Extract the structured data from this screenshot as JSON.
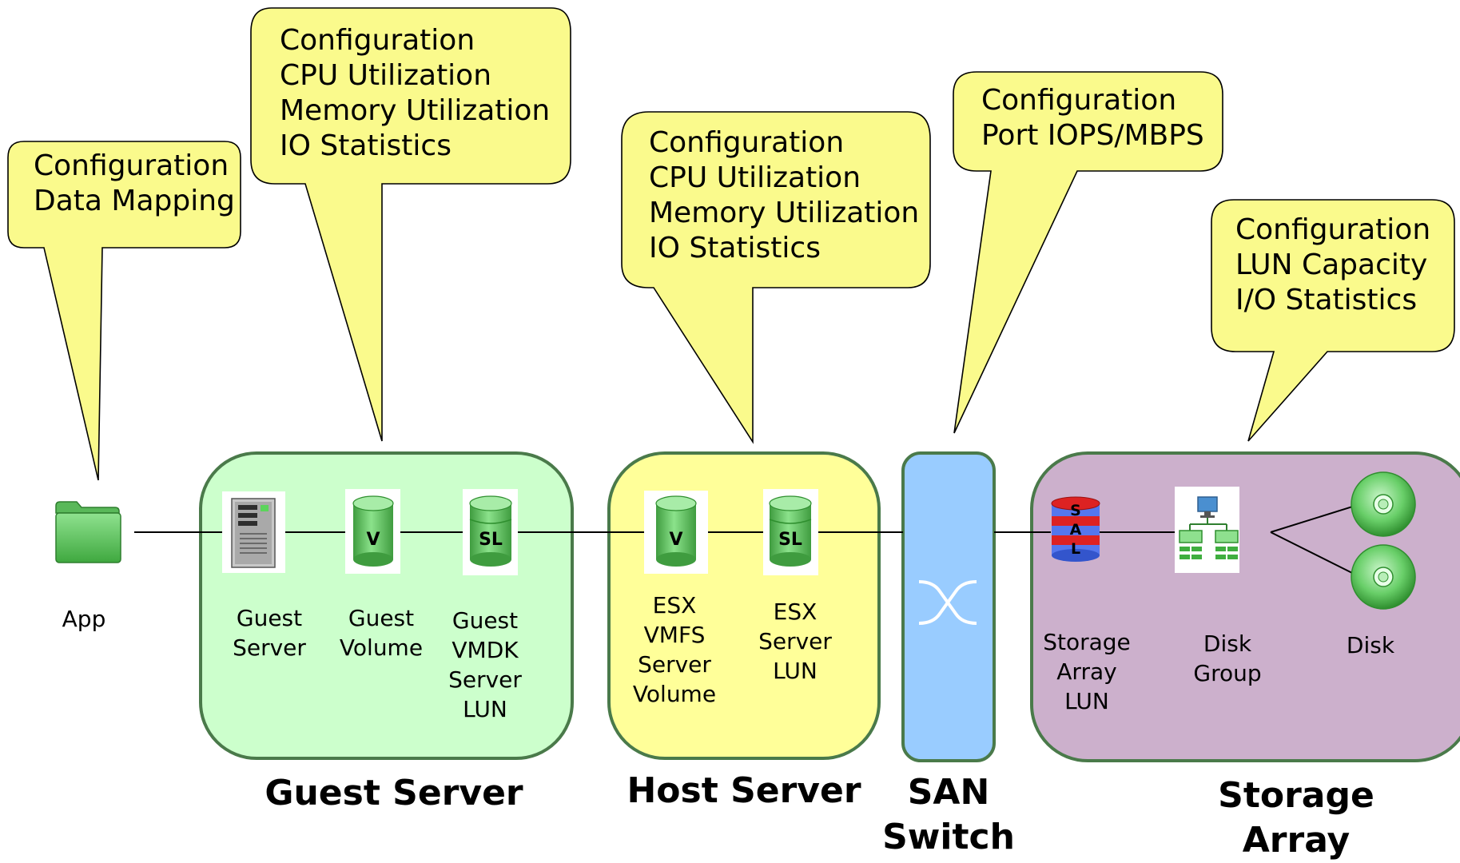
{
  "callouts": [
    {
      "id": "app",
      "lines": [
        "Configuration",
        "Data Mapping"
      ]
    },
    {
      "id": "guest",
      "lines": [
        "Configuration",
        "CPU Utilization",
        "Memory Utilization",
        "IO Statistics"
      ]
    },
    {
      "id": "host",
      "lines": [
        "Configuration",
        "CPU Utilization",
        "Memory Utilization",
        "IO Statistics"
      ]
    },
    {
      "id": "switch",
      "lines": [
        "Configuration",
        "Port IOPS/MBPS"
      ]
    },
    {
      "id": "storage",
      "lines": [
        "Configuration",
        "LUN Capacity",
        "I/O Statistics"
      ]
    }
  ],
  "nodes": {
    "app": [
      "App"
    ],
    "guest_server": [
      "Guest",
      "Server"
    ],
    "guest_volume": [
      "Guest",
      "Volume"
    ],
    "guest_vmdk": [
      "Guest",
      "VMDK",
      "Server",
      "LUN"
    ],
    "esx_vmfs": [
      "ESX",
      "VMFS",
      "Server",
      "Volume"
    ],
    "esx_lun": [
      "ESX",
      "Server",
      "LUN"
    ],
    "storage_lun": [
      "Storage",
      "Array",
      "LUN"
    ],
    "disk_group": [
      "Disk",
      "Group"
    ],
    "disk": [
      "Disk"
    ]
  },
  "icon_letters": {
    "volume": "V",
    "server_lun": "SL",
    "sal": [
      "S",
      "A",
      "L"
    ]
  },
  "groups": {
    "guest_server": [
      "Guest Server"
    ],
    "host_server": [
      "Host Server"
    ],
    "san_switch": [
      "SAN",
      "Switch"
    ],
    "storage_array": [
      "Storage",
      "Array"
    ]
  },
  "colors": {
    "callout_fill": "#fafa8c",
    "guest_fill": "#ccffcc",
    "host_fill": "#ffff99",
    "switch_fill": "#99ccff",
    "storage_fill": "#ccb0cc",
    "group_border": "#4a7a4a",
    "icon_green": "#66cc66",
    "sal_blue": "#5577ee",
    "sal_red": "#dd2222"
  },
  "icons": [
    "folder-icon",
    "server-tower-icon",
    "volume-cylinder-icon",
    "server-lun-cylinder-icon",
    "san-switch-cross-icon",
    "sal-cylinder-icon",
    "disk-group-network-icon",
    "disk-cd-icon"
  ]
}
